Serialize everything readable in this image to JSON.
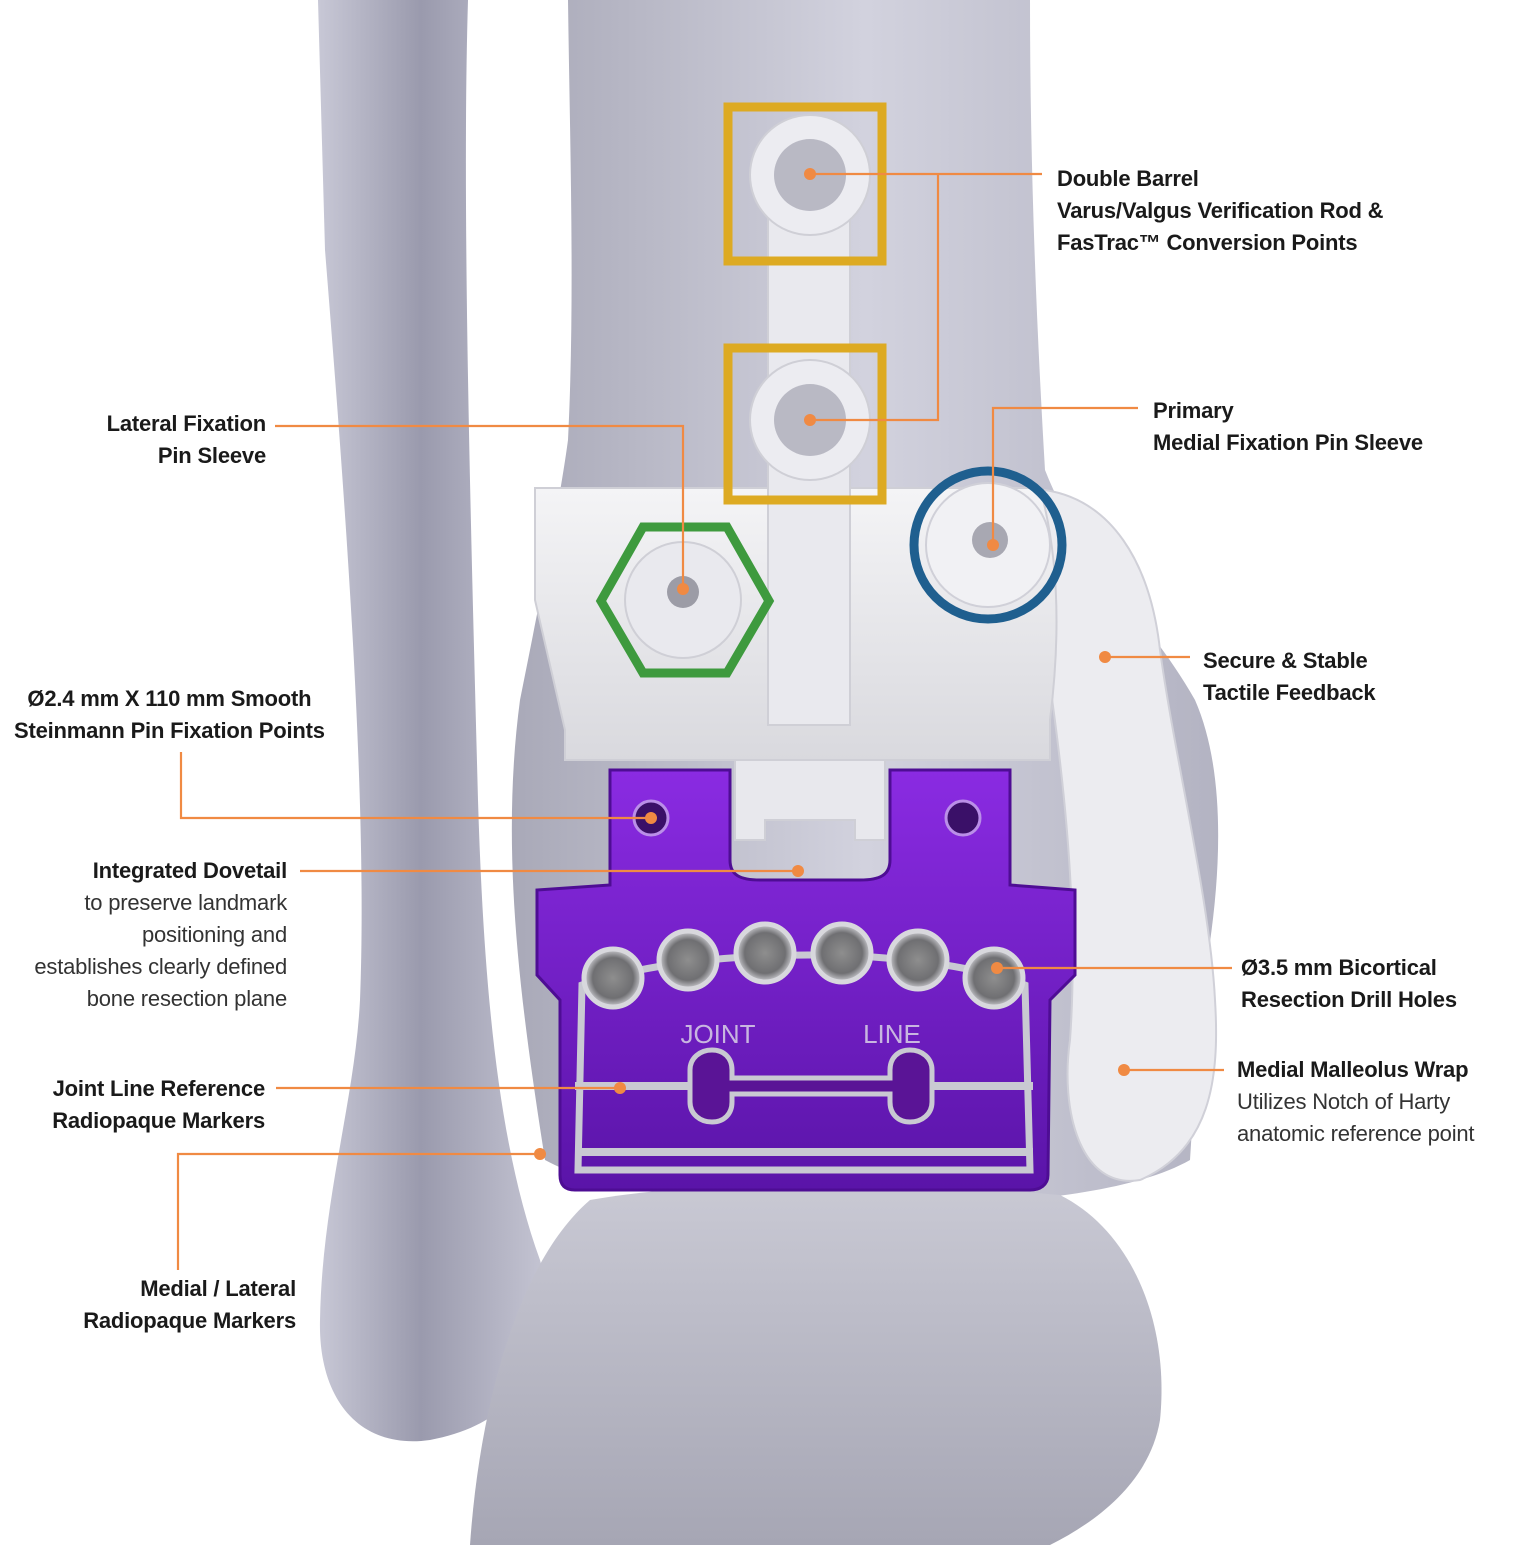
{
  "colors": {
    "leader": "#F08A43",
    "purple": "#7A1FD6",
    "gold": "#DDAA22",
    "green": "#3E9A3E",
    "blue": "#1F5F8F"
  },
  "guide_text": {
    "joint": "JOINT",
    "line": "LINE"
  },
  "callouts": {
    "double_barrel": {
      "lines": [
        "Double Barrel",
        "Varus/Valgus Verification Rod &",
        "FasTrac™ Conversion Points"
      ]
    },
    "lateral_fixation": {
      "lines": [
        "Lateral Fixation",
        "Pin Sleeve"
      ]
    },
    "primary_medial": {
      "lines": [
        "Primary",
        "Medial Fixation Pin Sleeve"
      ]
    },
    "secure_stable": {
      "lines": [
        "Secure & Stable",
        "Tactile Feedback"
      ]
    },
    "steinmann": {
      "lines": [
        "Ø2.4 mm X 110 mm Smooth",
        "Steinmann Pin Fixation Points"
      ]
    },
    "dovetail": {
      "title": "Integrated Dovetail",
      "desc": [
        "to preserve landmark",
        "positioning and",
        "establishes clearly defined",
        "bone resection plane"
      ]
    },
    "bicortical": {
      "lines": [
        "Ø3.5 mm Bicortical",
        "Resection Drill Holes"
      ]
    },
    "joint_line_ref": {
      "lines": [
        "Joint Line Reference",
        "Radiopaque Markers"
      ]
    },
    "malleolus": {
      "title": "Medial Malleolus Wrap",
      "desc": [
        "Utilizes Notch of Harty",
        "anatomic reference point"
      ]
    },
    "medial_lateral": {
      "lines": [
        "Medial / Lateral",
        "Radiopaque Markers"
      ]
    }
  }
}
